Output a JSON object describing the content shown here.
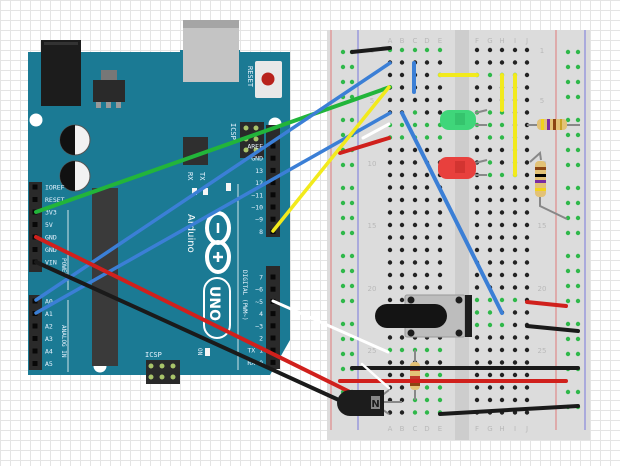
{
  "diagram": {
    "title": "Arduino Uno breadboard circuit",
    "arduino": {
      "brand": "Arduino",
      "model": "UNO",
      "reset_label": "RESET",
      "icsp_label": "ICSP",
      "icsp2_label": "ICSP",
      "tx_label": "TX",
      "rx_label": "RX",
      "on_label": "ON",
      "digital_label": "DIGITAL (PWM~)",
      "power_label": "POWER",
      "analog_label": "ANALOG IN",
      "power_pins": [
        "IOREF",
        "RESET",
        "3V3",
        "5V",
        "GND",
        "GND",
        "VIN"
      ],
      "analog_pins": [
        "A0",
        "A1",
        "A2",
        "A3",
        "A4",
        "A5"
      ],
      "digital_upper_pins": [
        "AREF",
        "GND",
        "13",
        "12",
        "~11",
        "~10",
        "~9",
        "8"
      ],
      "digital_lower_pins": [
        "7",
        "~6",
        "~5",
        "4",
        "~3",
        "2",
        "TX 1",
        "RX 0"
      ]
    },
    "breadboard": {
      "column_labels_left": [
        "A",
        "B",
        "C",
        "D",
        "E"
      ],
      "column_labels_right": [
        "F",
        "G",
        "H",
        "I",
        "J"
      ],
      "row_numbers": [
        "1",
        "5",
        "10",
        "15",
        "20",
        "25"
      ],
      "rows": 30
    },
    "components": [
      {
        "type": "led",
        "color": "green",
        "hex": "#3fd67a"
      },
      {
        "type": "led",
        "color": "red",
        "hex": "#e8403d"
      },
      {
        "type": "resistor",
        "orientation": "horizontal"
      },
      {
        "type": "resistor",
        "orientation": "vertical"
      },
      {
        "type": "resistor",
        "orientation": "vertical",
        "position": "lower"
      },
      {
        "type": "potentiometer"
      },
      {
        "type": "transistor",
        "marking": "N"
      }
    ],
    "wires": [
      {
        "color": "green",
        "hex": "#22b53a",
        "from": "RESET",
        "to": "breadboard"
      },
      {
        "color": "blue",
        "hex": "#3b7fd6",
        "from": "3V3",
        "to": "breadboard"
      },
      {
        "color": "red",
        "hex": "#d0201c",
        "from": "5V",
        "to": "breadboard"
      },
      {
        "color": "black",
        "hex": "#1a1a1a",
        "from": "GND",
        "to": "transistor"
      },
      {
        "color": "blue",
        "hex": "#3b7fd6",
        "from": "A0",
        "to": "breadboard"
      },
      {
        "color": "blue",
        "hex": "#3b7fd6",
        "from": "A1",
        "to": "breadboard"
      },
      {
        "color": "yellow",
        "hex": "#f2ea1c",
        "from": "~10",
        "to": "breadboard"
      },
      {
        "color": "white",
        "hex": "#ffffff",
        "from": "~5",
        "to": "breadboard"
      }
    ]
  }
}
